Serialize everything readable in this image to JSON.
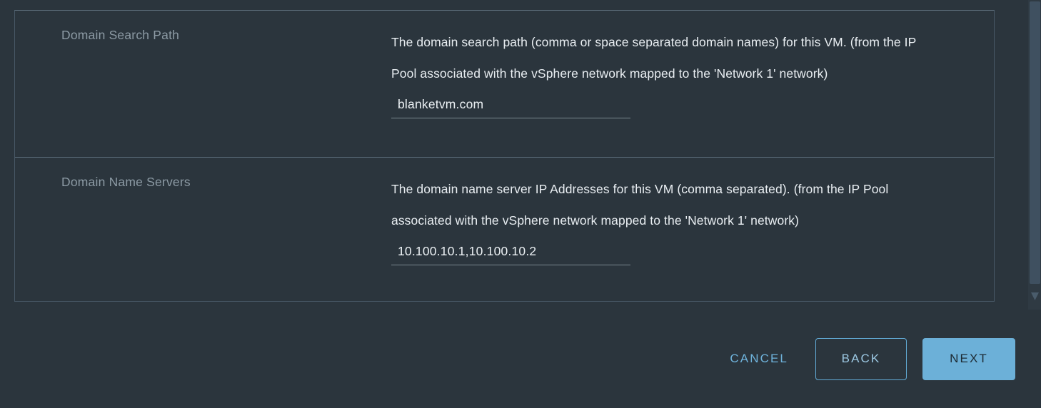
{
  "panel": {
    "rows": [
      {
        "label": "Domain Search Path",
        "description": "The domain search path (comma or space separated domain names) for this VM. (from the IP Pool associated with the vSphere network mapped to the 'Network 1' network)",
        "input_value": "blanketvm.com",
        "input_placeholder": ""
      },
      {
        "label": "Domain Name Servers",
        "description": "The domain name server IP Addresses for this VM (comma separated). (from the IP Pool associated with the vSphere network mapped to the 'Network 1' network)",
        "input_value": "10.100.10.1,10.100.10.2",
        "input_placeholder": ""
      }
    ]
  },
  "footer": {
    "cancel_label": "CANCEL",
    "back_label": "BACK",
    "next_label": "NEXT"
  },
  "colors": {
    "background": "#2b353d",
    "accent": "#62abd6",
    "border": "#475866",
    "label_text": "#8c9aa4",
    "body_text": "#e9eef2",
    "next_button_text": "#1d2a33",
    "scrollbar_thumb": "#3f5060"
  }
}
